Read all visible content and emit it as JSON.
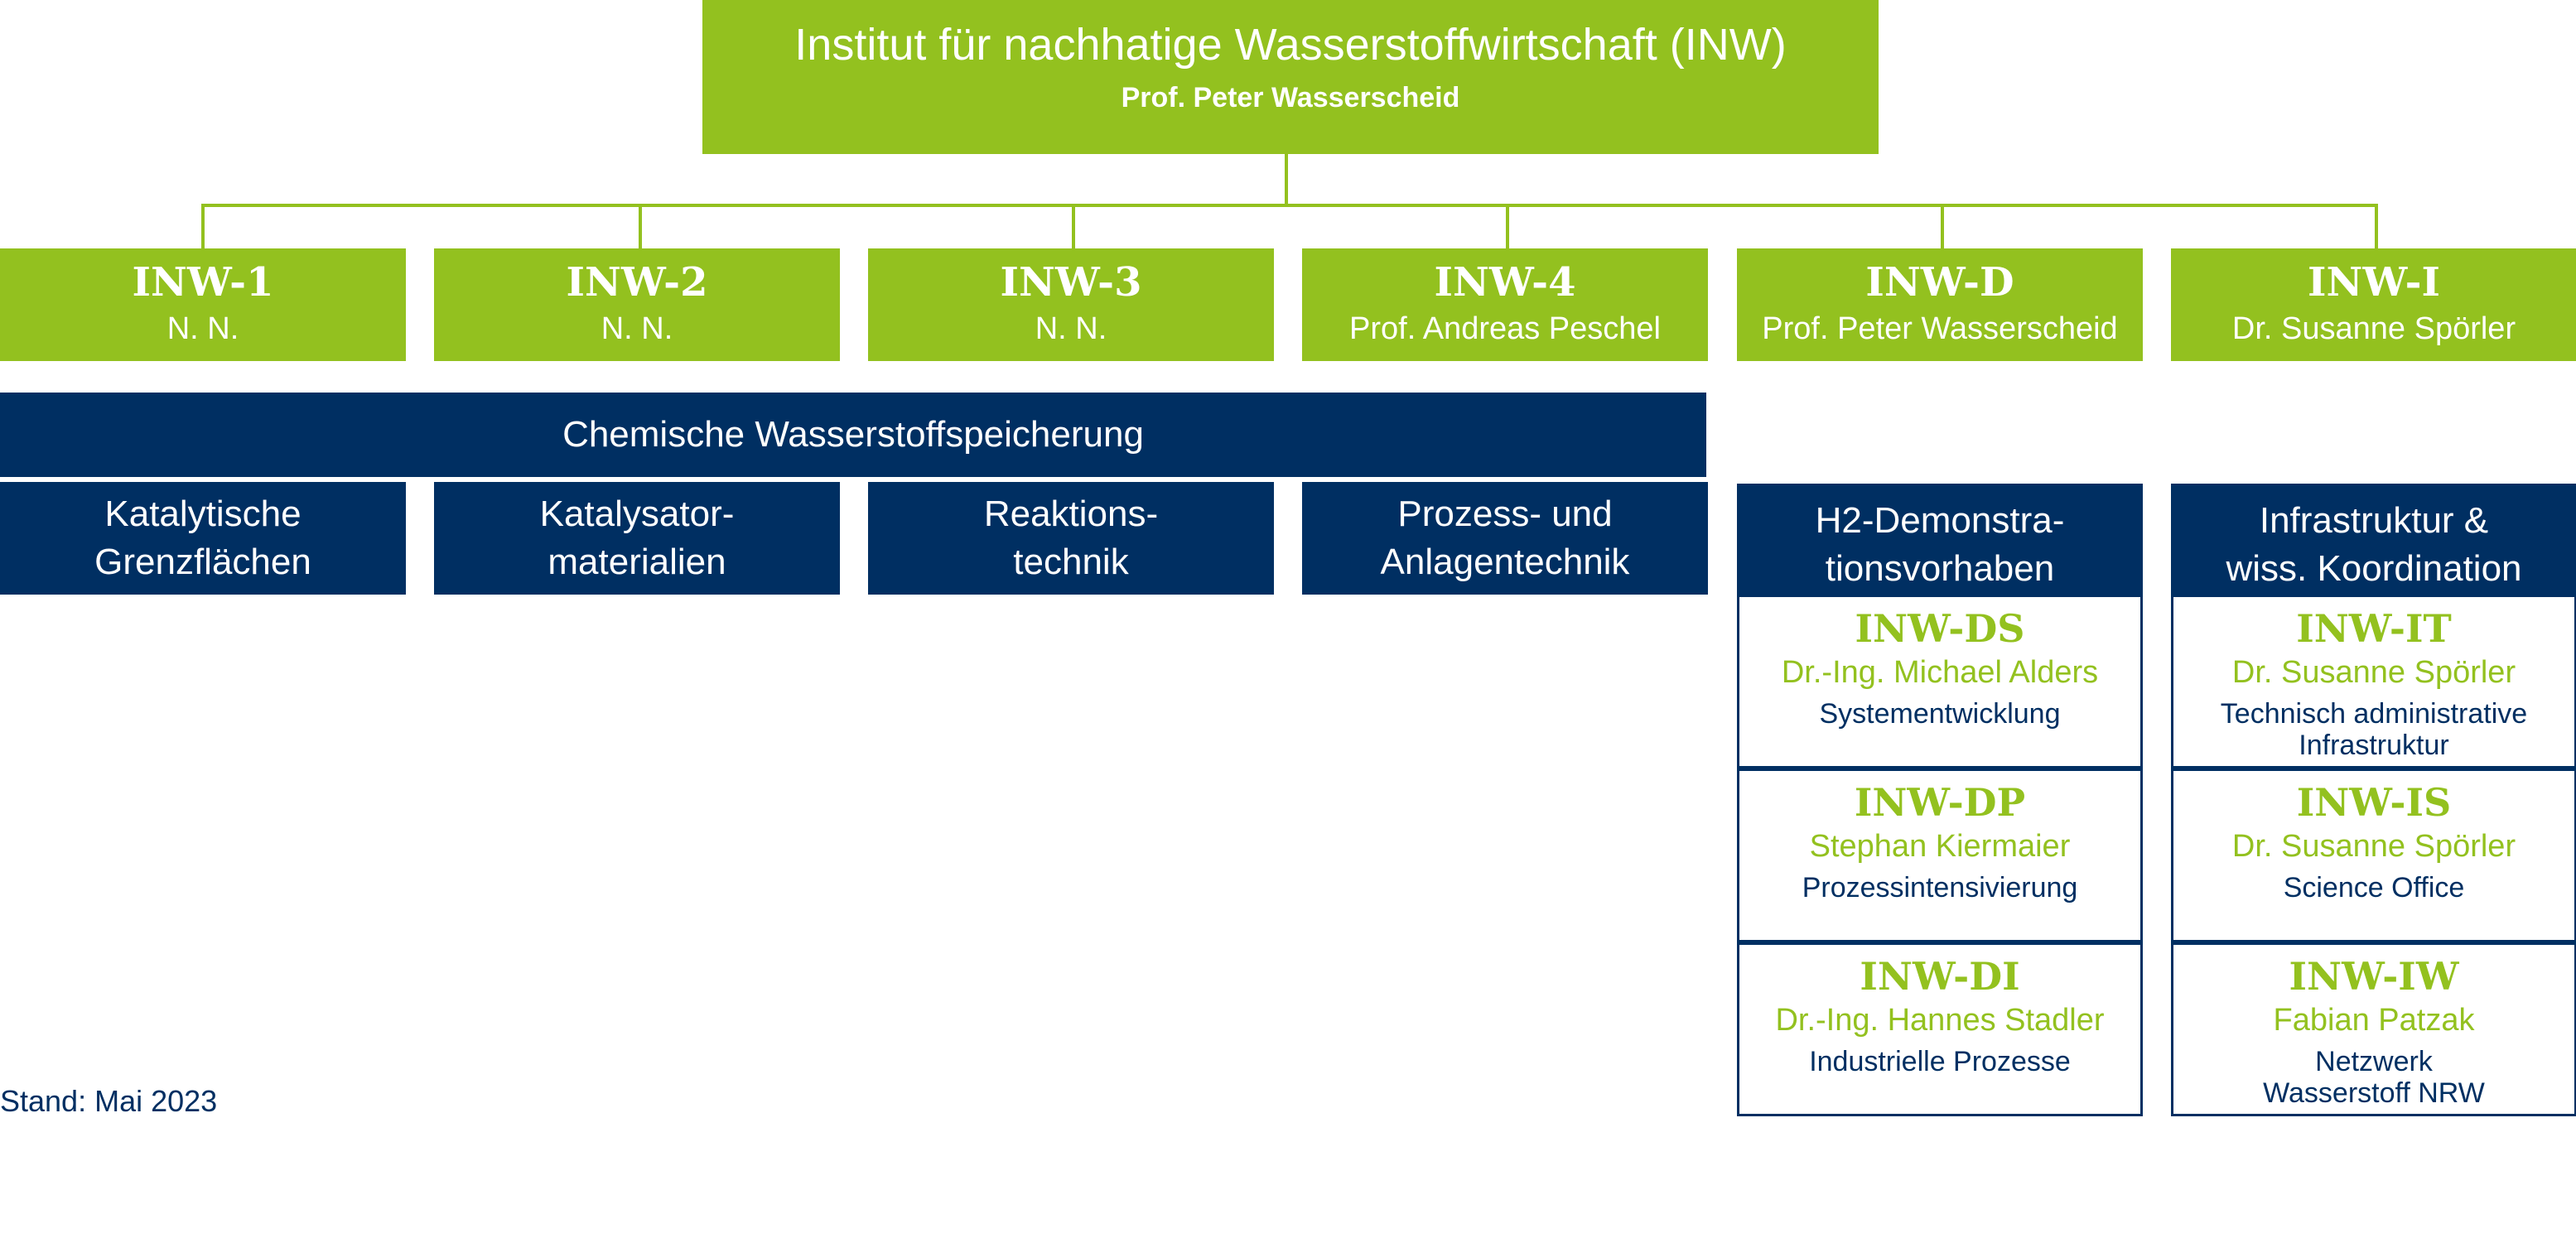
{
  "colors": {
    "green": "#93c11f",
    "navy": "#002f62"
  },
  "header": {
    "title": "Institut für nachhatige Wasserstoffwirtschaft (INW)",
    "director": "Prof. Peter Wasserscheid"
  },
  "departments": [
    {
      "code": "INW-1",
      "lead": "N. N."
    },
    {
      "code": "INW-2",
      "lead": "N. N."
    },
    {
      "code": "INW-3",
      "lead": "N. N."
    },
    {
      "code": "INW-4",
      "lead": "Prof. Andreas Peschel"
    },
    {
      "code": "INW-D",
      "lead": "Prof. Peter Wasserscheid"
    },
    {
      "code": "INW-I",
      "lead": "Dr. Susanne Spörler"
    }
  ],
  "storage_band": "Chemische Wasserstoffspeicherung",
  "topics": [
    {
      "line1": "Katalytische",
      "line2": "Grenzflächen"
    },
    {
      "line1": "Katalysator-",
      "line2": "materialien"
    },
    {
      "line1": "Reaktions-",
      "line2": "technik"
    },
    {
      "line1": "Prozess- und",
      "line2": "Anlagentechnik"
    }
  ],
  "demonstration": {
    "heading_line1": "H2-Demonstra-",
    "heading_line2": "tionsvorhaben",
    "units": [
      {
        "code": "INW-DS",
        "name": "Dr.-Ing. Michael Alders",
        "desc": "Systementwicklung"
      },
      {
        "code": "INW-DP",
        "name": "Stephan Kiermaier",
        "desc": "Prozessintensivierung"
      },
      {
        "code": "INW-DI",
        "name": "Dr.-Ing. Hannes Stadler",
        "desc": "Industrielle Prozesse"
      }
    ]
  },
  "infrastructure": {
    "heading_line1": "Infrastruktur &",
    "heading_line2": "wiss. Koordination",
    "units": [
      {
        "code": "INW-IT",
        "name": "Dr. Susanne Spörler",
        "desc": "Technisch administrative\nInfrastruktur"
      },
      {
        "code": "INW-IS",
        "name": "Dr. Susanne Spörler",
        "desc": "Science Office"
      },
      {
        "code": "INW-IW",
        "name": "Fabian Patzak",
        "desc": "Netzwerk\nWasserstoff NRW"
      }
    ]
  },
  "footer": {
    "stand": "Stand: Mai 2023"
  }
}
